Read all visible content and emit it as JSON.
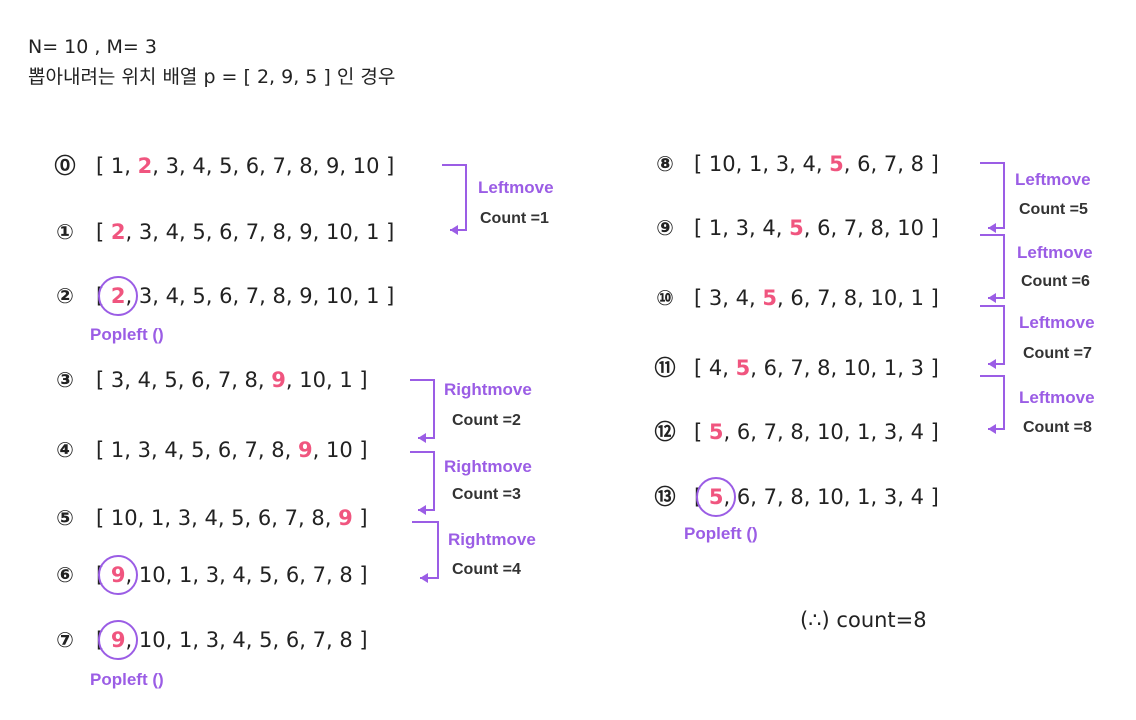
{
  "header": {
    "line1": "N= 10 , M= 3",
    "line2": "뽑아내려는 위치 배열 p = [ 2, 9, 5 ] 인 경우"
  },
  "colors": {
    "highlight": "#f0557f",
    "accent": "#9b5de5"
  },
  "steps": [
    {
      "num": "⓪",
      "elems": [
        "1",
        "2",
        "3",
        "4",
        "5",
        "6",
        "7",
        "8",
        "9",
        "10"
      ],
      "hl": 1
    },
    {
      "num": "①",
      "elems": [
        "2",
        "3",
        "4",
        "5",
        "6",
        "7",
        "8",
        "9",
        "10",
        "1"
      ],
      "hl": 0
    },
    {
      "num": "②",
      "elems": [
        "2",
        "3",
        "4",
        "5",
        "6",
        "7",
        "8",
        "9",
        "10",
        "1"
      ],
      "hl": 0
    },
    {
      "num": "③",
      "elems": [
        "3",
        "4",
        "5",
        "6",
        "7",
        "8",
        "9",
        "10",
        "1"
      ],
      "hl": 6
    },
    {
      "num": "④",
      "elems": [
        "1",
        "3",
        "4",
        "5",
        "6",
        "7",
        "8",
        "9",
        "10"
      ],
      "hl": 7
    },
    {
      "num": "⑤",
      "elems": [
        "10",
        "1",
        "3",
        "4",
        "5",
        "6",
        "7",
        "8",
        "9"
      ],
      "hl": 8
    },
    {
      "num": "⑥",
      "elems": [
        "9",
        "10",
        "1",
        "3",
        "4",
        "5",
        "6",
        "7",
        "8"
      ],
      "hl": 0
    },
    {
      "num": "⑦",
      "elems": [
        "9",
        "10",
        "1",
        "3",
        "4",
        "5",
        "6",
        "7",
        "8"
      ],
      "hl": 0
    },
    {
      "num": "⑧",
      "elems": [
        "10",
        "1",
        "3",
        "4",
        "5",
        "6",
        "7",
        "8"
      ],
      "hl": 4
    },
    {
      "num": "⑨",
      "elems": [
        "1",
        "3",
        "4",
        "5",
        "6",
        "7",
        "8",
        "10"
      ],
      "hl": 3
    },
    {
      "num": "⑩",
      "elems": [
        "3",
        "4",
        "5",
        "6",
        "7",
        "8",
        "10",
        "1"
      ],
      "hl": 2
    },
    {
      "num": "⑪",
      "elems": [
        "4",
        "5",
        "6",
        "7",
        "8",
        "10",
        "1",
        "3"
      ],
      "hl": 1
    },
    {
      "num": "⑫",
      "elems": [
        "5",
        "6",
        "7",
        "8",
        "10",
        "1",
        "3",
        "4"
      ],
      "hl": 0
    },
    {
      "num": "⑬",
      "elems": [
        "5",
        "6",
        "7",
        "8",
        "10",
        "1",
        "3",
        "4"
      ],
      "hl": 0
    }
  ],
  "annotations": [
    {
      "move": "Leftmove",
      "count": "Count =1"
    },
    {
      "move": "Rightmove",
      "count": "Count =2"
    },
    {
      "move": "Rightmove",
      "count": "Count =3"
    },
    {
      "move": "Rightmove",
      "count": "Count =4"
    },
    {
      "move": "Leftmove",
      "count": "Count =5"
    },
    {
      "move": "Leftmove",
      "count": "Count =6"
    },
    {
      "move": "Leftmove",
      "count": "Count =7"
    },
    {
      "move": "Leftmove",
      "count": "Count =8"
    }
  ],
  "popleft_label": "Popleft ()",
  "result": "(∴) count=8"
}
